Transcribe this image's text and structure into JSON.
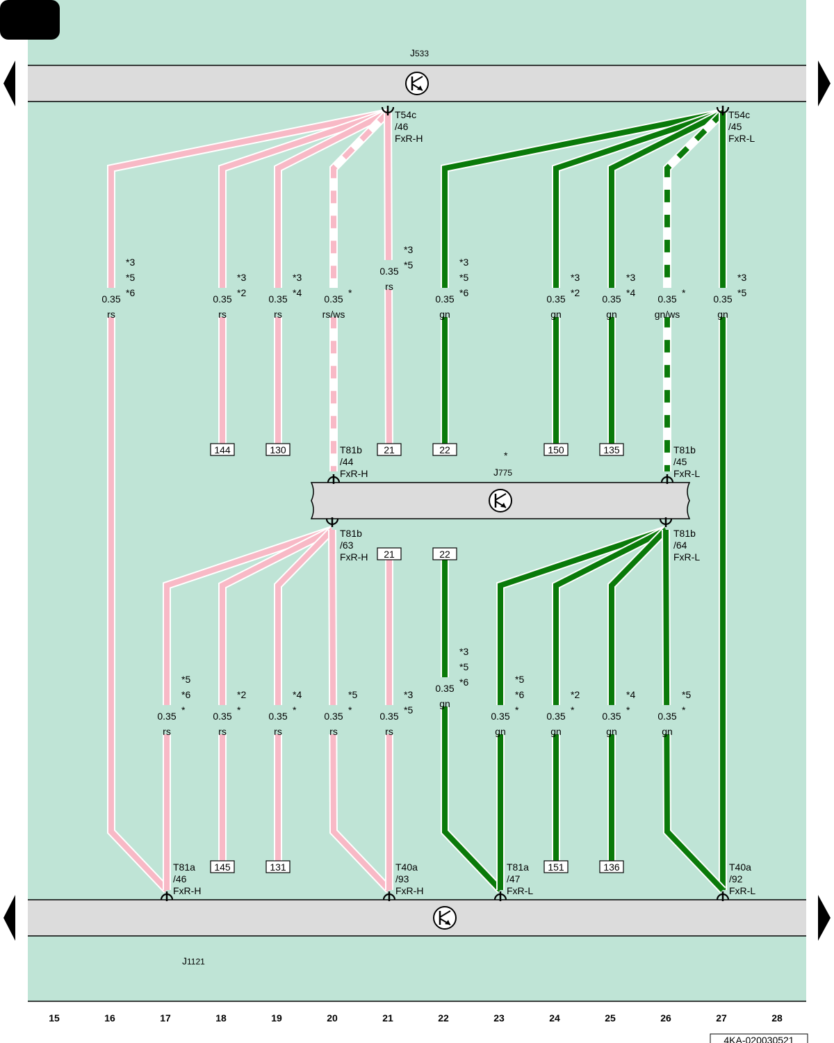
{
  "colors": {
    "background": "#bfe4d6",
    "bar": "#dcdcdc",
    "pink": "#f8b9c6",
    "green": "#0a7a0a",
    "white": "#ffffff"
  },
  "components": {
    "top": {
      "letter": "J",
      "number": "533"
    },
    "middle": {
      "letter": "J",
      "number": "775",
      "star": "*"
    },
    "bottom": {
      "letter": "J",
      "number": "1121"
    }
  },
  "connectors": [
    {
      "id": "t54c-46",
      "lines": [
        "T54c",
        "/46",
        "FxR-H"
      ]
    },
    {
      "id": "t54c-45",
      "lines": [
        "T54c",
        "/45",
        "FxR-L"
      ]
    },
    {
      "id": "t81b-44",
      "lines": [
        "T81b",
        "/44",
        "FxR-H"
      ]
    },
    {
      "id": "t81b-45",
      "lines": [
        "T81b",
        "/45",
        "FxR-L"
      ]
    },
    {
      "id": "t81b-63",
      "lines": [
        "T81b",
        "/63",
        "FxR-H"
      ]
    },
    {
      "id": "t81b-64",
      "lines": [
        "T81b",
        "/64",
        "FxR-L"
      ]
    },
    {
      "id": "t81a-46",
      "lines": [
        "T81a",
        "/46",
        "FxR-H"
      ]
    },
    {
      "id": "t40a-93",
      "lines": [
        "T40a",
        "/93",
        "FxR-H"
      ]
    },
    {
      "id": "t81a-47",
      "lines": [
        "T81a",
        "/47",
        "FxR-L"
      ]
    },
    {
      "id": "t40a-92",
      "lines": [
        "T40a",
        "/92",
        "FxR-L"
      ]
    }
  ],
  "wire_labels": [
    {
      "size": "0.35",
      "color": "rs",
      "notes": [
        "*3",
        "*5",
        "*6"
      ]
    },
    {
      "size": "0.35",
      "color": "rs",
      "notes": [
        "*3",
        "*2"
      ]
    },
    {
      "size": "0.35",
      "color": "rs",
      "notes": [
        "*3",
        "*4"
      ]
    },
    {
      "size": "0.35",
      "color": "rs/ws",
      "notes": [
        "*"
      ]
    },
    {
      "size": "0.35",
      "color": "rs",
      "notes": [
        "*3",
        "*5"
      ]
    },
    {
      "size": "0.35",
      "color": "gn",
      "notes": [
        "*3",
        "*5",
        "*6"
      ]
    },
    {
      "size": "0.35",
      "color": "gn",
      "notes": [
        "*3",
        "*2"
      ]
    },
    {
      "size": "0.35",
      "color": "gn",
      "notes": [
        "*3",
        "*4"
      ]
    },
    {
      "size": "0.35",
      "color": "gn/ws",
      "notes": [
        "*"
      ]
    },
    {
      "size": "0.35",
      "color": "gn",
      "notes": [
        "*3",
        "*5"
      ]
    },
    {
      "size": "0.35",
      "color": "rs",
      "notes": [
        "*5",
        "*6",
        "*"
      ]
    },
    {
      "size": "0.35",
      "color": "rs",
      "notes": [
        "*2",
        "*"
      ]
    },
    {
      "size": "0.35",
      "color": "rs",
      "notes": [
        "*4",
        "*"
      ]
    },
    {
      "size": "0.35",
      "color": "rs",
      "notes": [
        "*5",
        "*"
      ]
    },
    {
      "size": "0.35",
      "color": "rs",
      "notes": [
        "*3",
        "*5"
      ]
    },
    {
      "size": "0.35",
      "color": "gn",
      "notes": [
        "*3",
        "*5",
        "*6"
      ]
    },
    {
      "size": "0.35",
      "color": "gn",
      "notes": [
        "*5",
        "*6",
        "*"
      ]
    },
    {
      "size": "0.35",
      "color": "gn",
      "notes": [
        "*2",
        "*"
      ]
    },
    {
      "size": "0.35",
      "color": "gn",
      "notes": [
        "*4",
        "*"
      ]
    },
    {
      "size": "0.35",
      "color": "gn",
      "notes": [
        "*5",
        "*"
      ]
    }
  ],
  "references": [
    "144",
    "130",
    "21",
    "22",
    "150",
    "135",
    "21",
    "22",
    "145",
    "131",
    "151",
    "136"
  ],
  "column_numbers": [
    "15",
    "16",
    "17",
    "18",
    "19",
    "20",
    "21",
    "22",
    "23",
    "24",
    "25",
    "26",
    "27",
    "28"
  ],
  "footer_code": "4KA-020030521",
  "icons": {
    "module_symbol": "transistor-icon",
    "nav": "triangle-arrow-icon"
  }
}
